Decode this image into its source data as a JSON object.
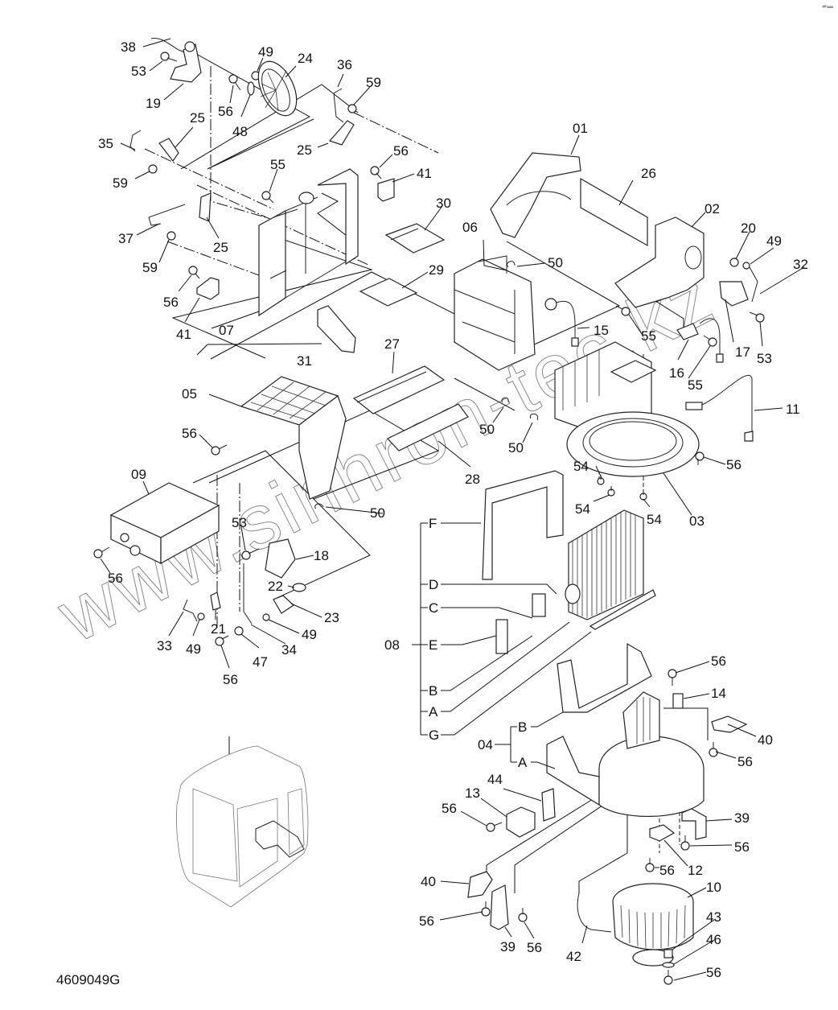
{
  "diagram": {
    "type": "exploded-parts-diagram",
    "drawing_number": "4609049G",
    "watermark": "www.sinhron-tec.kz",
    "callouts": [
      {
        "id": "c38",
        "label": "38"
      },
      {
        "id": "c53a",
        "label": "53"
      },
      {
        "id": "c19",
        "label": "19"
      },
      {
        "id": "c49a",
        "label": "49"
      },
      {
        "id": "c24",
        "label": "24"
      },
      {
        "id": "c56a",
        "label": "56"
      },
      {
        "id": "c48",
        "label": "48"
      },
      {
        "id": "c36",
        "label": "36"
      },
      {
        "id": "c59a",
        "label": "59"
      },
      {
        "id": "c25a",
        "label": "25"
      },
      {
        "id": "c35",
        "label": "35"
      },
      {
        "id": "c59b",
        "label": "59"
      },
      {
        "id": "c25b",
        "label": "25"
      },
      {
        "id": "c56b",
        "label": "56"
      },
      {
        "id": "c41a",
        "label": "41"
      },
      {
        "id": "c55a",
        "label": "55"
      },
      {
        "id": "c37",
        "label": "37"
      },
      {
        "id": "c25c",
        "label": "25"
      },
      {
        "id": "c30",
        "label": "30"
      },
      {
        "id": "c59c",
        "label": "59"
      },
      {
        "id": "c56c",
        "label": "56"
      },
      {
        "id": "c41b",
        "label": "41"
      },
      {
        "id": "c07",
        "label": "07"
      },
      {
        "id": "c29",
        "label": "29"
      },
      {
        "id": "c31",
        "label": "31"
      },
      {
        "id": "c27",
        "label": "27"
      },
      {
        "id": "c05",
        "label": "05"
      },
      {
        "id": "c56d",
        "label": "56"
      },
      {
        "id": "c09",
        "label": "09"
      },
      {
        "id": "c28",
        "label": "28"
      },
      {
        "id": "c50a",
        "label": "50"
      },
      {
        "id": "c56e",
        "label": "56"
      },
      {
        "id": "c53b",
        "label": "53"
      },
      {
        "id": "c18",
        "label": "18"
      },
      {
        "id": "c22",
        "label": "22"
      },
      {
        "id": "c23",
        "label": "23"
      },
      {
        "id": "c33",
        "label": "33"
      },
      {
        "id": "c49b",
        "label": "49"
      },
      {
        "id": "c21",
        "label": "21"
      },
      {
        "id": "c49c",
        "label": "49"
      },
      {
        "id": "c34",
        "label": "34"
      },
      {
        "id": "c47",
        "label": "47"
      },
      {
        "id": "c56f",
        "label": "56"
      },
      {
        "id": "c01",
        "label": "01"
      },
      {
        "id": "c26",
        "label": "26"
      },
      {
        "id": "c02",
        "label": "02"
      },
      {
        "id": "c20",
        "label": "20"
      },
      {
        "id": "c49d",
        "label": "49"
      },
      {
        "id": "c32",
        "label": "32"
      },
      {
        "id": "c06",
        "label": "06"
      },
      {
        "id": "c50b",
        "label": "50"
      },
      {
        "id": "c15",
        "label": "15"
      },
      {
        "id": "c55b",
        "label": "55"
      },
      {
        "id": "c17",
        "label": "17"
      },
      {
        "id": "c53c",
        "label": "53"
      },
      {
        "id": "c16",
        "label": "16"
      },
      {
        "id": "c55c",
        "label": "55"
      },
      {
        "id": "c11",
        "label": "11"
      },
      {
        "id": "c50c",
        "label": "50"
      },
      {
        "id": "c50d",
        "label": "50"
      },
      {
        "id": "c54a",
        "label": "54"
      },
      {
        "id": "c56g",
        "label": "56"
      },
      {
        "id": "c54b",
        "label": "54"
      },
      {
        "id": "c54c",
        "label": "54"
      },
      {
        "id": "c03",
        "label": "03"
      },
      {
        "id": "c56h",
        "label": "56"
      },
      {
        "id": "c14",
        "label": "14"
      },
      {
        "id": "c40a",
        "label": "40"
      },
      {
        "id": "c56i",
        "label": "56"
      },
      {
        "id": "c39a",
        "label": "39"
      },
      {
        "id": "c56j",
        "label": "56"
      },
      {
        "id": "c12",
        "label": "12"
      },
      {
        "id": "c56k",
        "label": "56"
      },
      {
        "id": "c10",
        "label": "10"
      },
      {
        "id": "c43",
        "label": "43"
      },
      {
        "id": "c46",
        "label": "46"
      },
      {
        "id": "c56l",
        "label": "56"
      },
      {
        "id": "c42",
        "label": "42"
      },
      {
        "id": "c39b",
        "label": "39"
      },
      {
        "id": "c56m",
        "label": "56"
      },
      {
        "id": "c40b",
        "label": "40"
      },
      {
        "id": "c56n",
        "label": "56"
      },
      {
        "id": "c44",
        "label": "44"
      },
      {
        "id": "c13",
        "label": "13"
      },
      {
        "id": "c56o",
        "label": "56"
      }
    ],
    "group_08": {
      "label": "08",
      "sub_labels": [
        "F",
        "D",
        "C",
        "E",
        "B",
        "A",
        "G"
      ]
    },
    "group_04": {
      "label": "04",
      "sub_labels": [
        "B",
        "A"
      ]
    }
  }
}
